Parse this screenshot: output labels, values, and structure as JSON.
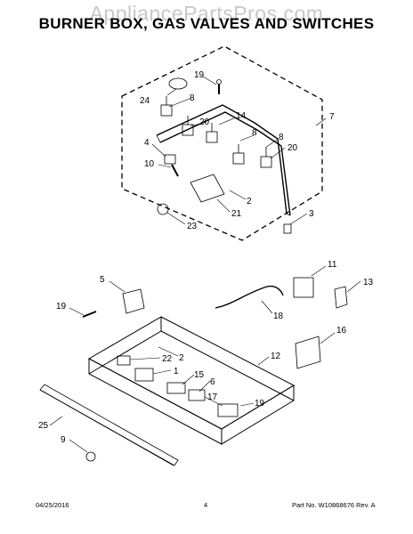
{
  "watermark": "AppliancePartsPros.com",
  "title": "BURNER BOX, GAS VALVES AND SWITCHES",
  "callouts": {
    "c19a": "19",
    "c24": "24",
    "c8a": "8",
    "c20a": "20",
    "c14": "14",
    "c7": "7",
    "c8b": "8",
    "c8c": "8",
    "c20b": "20",
    "c4": "4",
    "c10": "10",
    "c2a": "2",
    "c21": "21",
    "c3": "3",
    "c23": "23",
    "c5": "5",
    "c19b": "19",
    "c11": "11",
    "c13": "13",
    "c18": "18",
    "c16": "16",
    "c2b": "2",
    "c12": "12",
    "c22": "22",
    "c1": "1",
    "c15": "15",
    "c6": "6",
    "c17": "17",
    "c19c": "19",
    "c25": "25",
    "c9": "9"
  },
  "footer": {
    "date": "04/25/2016",
    "page": "4",
    "part": "Part No. W10868676  Rev. A"
  }
}
